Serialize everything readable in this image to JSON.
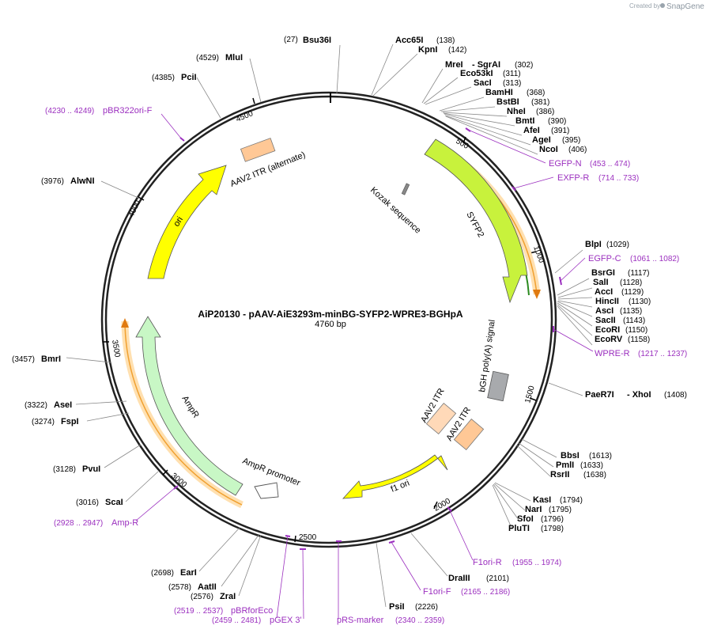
{
  "header": {
    "created_by": "Created by",
    "brand": "SnapGene"
  },
  "plasmid": {
    "name": "AiP20130 - pAAV-AiE3293m-minBG-SYFP2-WPRE3-BGHpA",
    "size_label": "4760 bp"
  },
  "ticks": [
    "500",
    "1000",
    "1500",
    "2000",
    "2500",
    "3000",
    "3500",
    "4000",
    "4500"
  ],
  "enzymes": [
    {
      "name": "Bsu36I",
      "pos": "(27)"
    },
    {
      "name": "Acc65I",
      "pos": "(138)"
    },
    {
      "name": "KpnI",
      "pos": "(142)"
    },
    {
      "name": "MreI",
      "extra": "- SgrAI",
      "pos": "(302)"
    },
    {
      "name": "Eco53kI",
      "pos": "(311)"
    },
    {
      "name": "SacI",
      "pos": "(313)"
    },
    {
      "name": "BamHI",
      "pos": "(368)"
    },
    {
      "name": "BstBI",
      "pos": "(381)"
    },
    {
      "name": "NheI",
      "pos": "(386)"
    },
    {
      "name": "BmtI",
      "pos": "(390)"
    },
    {
      "name": "AfeI",
      "pos": "(391)"
    },
    {
      "name": "AgeI",
      "pos": "(395)"
    },
    {
      "name": "NcoI",
      "pos": "(406)"
    },
    {
      "name": "BlpI",
      "pos": "(1029)"
    },
    {
      "name": "BsrGI",
      "pos": "(1117)"
    },
    {
      "name": "SalI",
      "pos": "(1128)"
    },
    {
      "name": "AccI",
      "pos": "(1129)"
    },
    {
      "name": "HincII",
      "pos": "(1130)"
    },
    {
      "name": "AscI",
      "pos": "(1135)"
    },
    {
      "name": "SacII",
      "pos": "(1143)"
    },
    {
      "name": "EcoRI",
      "pos": "(1150)"
    },
    {
      "name": "EcoRV",
      "pos": "(1158)"
    },
    {
      "name": "PaeR7I",
      "extra": "- XhoI",
      "pos": "(1408)"
    },
    {
      "name": "BbsI",
      "pos": "(1613)"
    },
    {
      "name": "PmlI",
      "pos": "(1633)"
    },
    {
      "name": "RsrII",
      "pos": "(1638)"
    },
    {
      "name": "KasI",
      "pos": "(1794)"
    },
    {
      "name": "NarI",
      "pos": "(1795)"
    },
    {
      "name": "SfoI",
      "pos": "(1796)"
    },
    {
      "name": "PluTI",
      "pos": "(1798)"
    },
    {
      "name": "DraIII",
      "pos": "(2101)"
    },
    {
      "name": "PsiI",
      "pos": "(2226)"
    },
    {
      "name": "EarI",
      "pos": "(2698)"
    },
    {
      "name": "AatII",
      "pos": "(2578)"
    },
    {
      "name": "ZraI",
      "pos": "(2576)"
    },
    {
      "name": "ScaI",
      "pos": "(3016)"
    },
    {
      "name": "PvuI",
      "pos": "(3128)"
    },
    {
      "name": "FspI",
      "pos": "(3274)"
    },
    {
      "name": "AseI",
      "pos": "(3322)"
    },
    {
      "name": "BmrI",
      "pos": "(3457)"
    },
    {
      "name": "AlwNI",
      "pos": "(3976)"
    },
    {
      "name": "PciI",
      "pos": "(4385)"
    },
    {
      "name": "MluI",
      "pos": "(4529)"
    }
  ],
  "primers": [
    {
      "name": "EGFP-N",
      "range": "(453 .. 474)"
    },
    {
      "name": "EXFP-R",
      "range": "(714 .. 733)"
    },
    {
      "name": "EGFP-C",
      "range": "(1061 .. 1082)"
    },
    {
      "name": "WPRE-R",
      "range": "(1217 .. 1237)"
    },
    {
      "name": "F1ori-R",
      "range": "(1955 .. 1974)"
    },
    {
      "name": "F1ori-F",
      "range": "(2165 .. 2186)"
    },
    {
      "name": "pRS-marker",
      "range": "(2340 .. 2359)"
    },
    {
      "name": "pGEX 3'",
      "range": "(2459 .. 2481)"
    },
    {
      "name": "pBRforEco",
      "range": "(2519 .. 2537)"
    },
    {
      "name": "Amp-R",
      "range": "(2928 .. 2947)"
    },
    {
      "name": "pBR322ori-F",
      "range": "(4230 .. 4249)"
    }
  ],
  "features": [
    {
      "name": "SYFP2",
      "color": "#c8f23c"
    },
    {
      "name": "Kozak sequence",
      "color": "#999999"
    },
    {
      "name": "bGH poly(A) signal",
      "color": "#a8aaad"
    },
    {
      "name": "AAV2 ITR",
      "color": "#ffd9b8"
    },
    {
      "name": "AAV2 ITR",
      "color": "#ffc896"
    },
    {
      "name": "f1 ori",
      "color": "#ffff00"
    },
    {
      "name": "AmpR promoter",
      "color": "#ffffff"
    },
    {
      "name": "AmpR",
      "color": "#c8f7c5"
    },
    {
      "name": "ori",
      "color": "#ffff00"
    },
    {
      "name": "AAV2 ITR (alternate)",
      "color": "#ffc896"
    }
  ],
  "colors": {
    "backbone": "#222222",
    "primer": "#9b2fbf",
    "orf": "#ffb24a",
    "orf_inner": "#2a8a1e"
  }
}
